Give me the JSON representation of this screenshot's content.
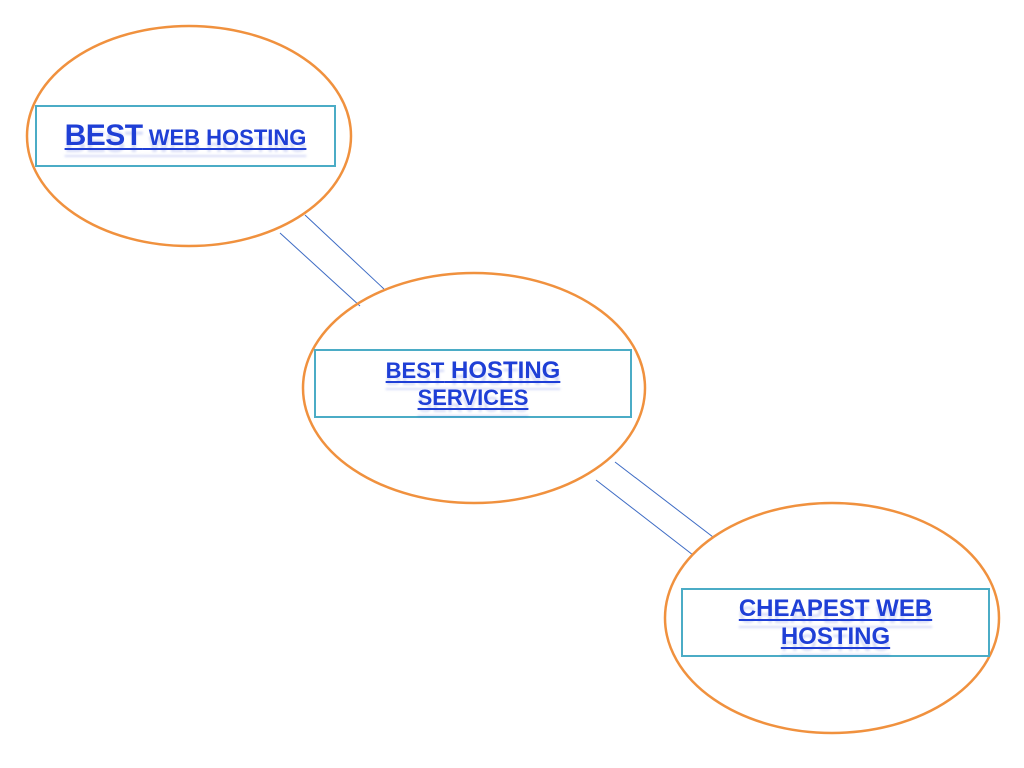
{
  "colors": {
    "ellipse_stroke": "#f0913e",
    "box_border": "#4bacc6",
    "link_text": "#1f3fd6",
    "connector": "#3d6bc4"
  },
  "nodes": [
    {
      "id": "best-web-hosting",
      "parts": [
        "BEST",
        " WEB HOSTING"
      ]
    },
    {
      "id": "best-hosting-services",
      "parts": [
        "BEST",
        " HOSTING",
        "SERVICES"
      ]
    },
    {
      "id": "cheapest-web-hosting",
      "parts": [
        "CHEAPEST WEB",
        "HOSTING"
      ]
    }
  ]
}
